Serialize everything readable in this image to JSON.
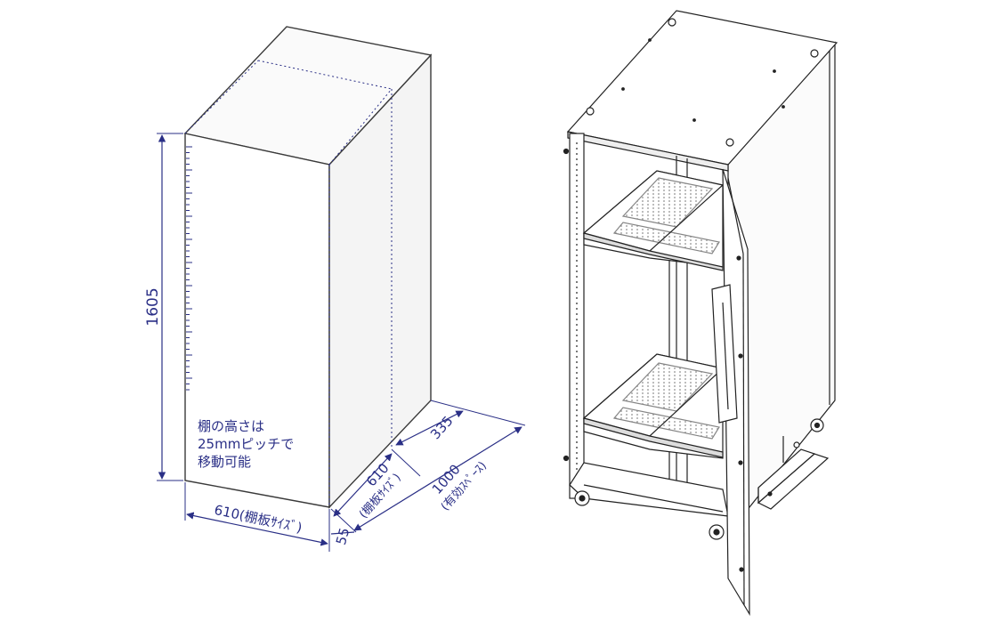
{
  "dimensions": {
    "height": "1605",
    "width": "610(棚板ｻｲｽﾞ)",
    "depth_shelf_value": "610",
    "depth_shelf_label": "(棚板ｻｲｽﾞ)",
    "depth_total_value": "1000",
    "depth_total_label": "(有効ｽﾍﾟｰｽ)",
    "offset_front": "55",
    "offset_back": "335"
  },
  "note_lines": [
    "棚の高さは",
    "25mmピッチで",
    "移動可能"
  ],
  "colors": {
    "dimension": "#2a2f86",
    "outline": "#3a3a3a",
    "side_face": "#f4f4f4",
    "top_face": "#fafafa"
  }
}
